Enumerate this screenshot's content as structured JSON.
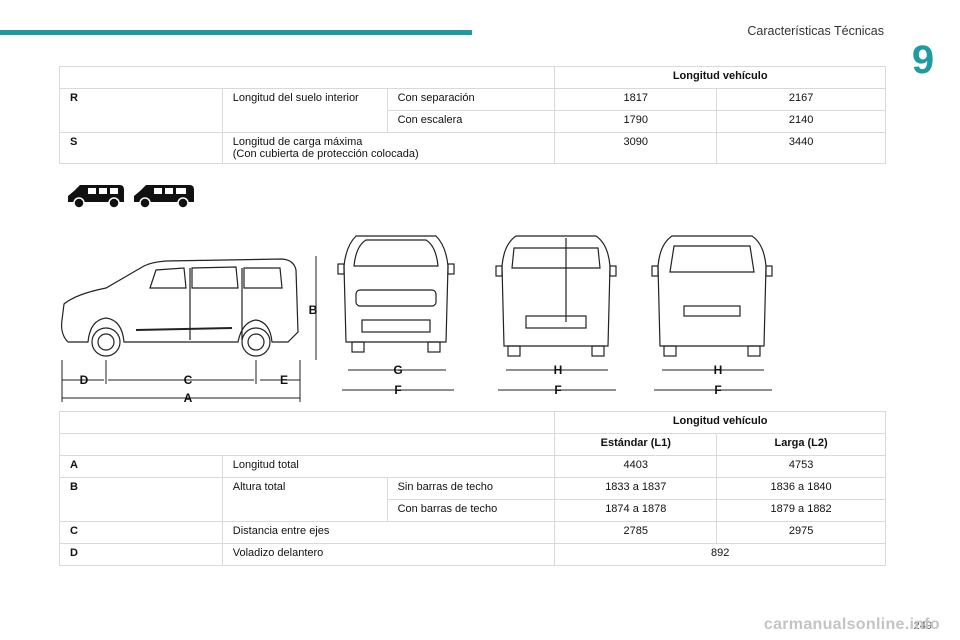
{
  "header": {
    "section_title": "Características Técnicas",
    "chapter_number": "9"
  },
  "table1": {
    "header": "Longitud vehículo",
    "rows": [
      {
        "key": "R",
        "desc": "Longitud del suelo interior",
        "sub": "Con separación",
        "v1": "1817",
        "v2": "2167"
      },
      {
        "sub": "Con escalera",
        "v1": "1790",
        "v2": "2140"
      },
      {
        "key": "S",
        "desc1": "Longitud de carga máxima",
        "desc2": "(Con cubierta de protección colocada)",
        "v1": "3090",
        "v2": "3440"
      }
    ]
  },
  "diagram": {
    "labels": {
      "A": "A",
      "B": "B",
      "C": "C",
      "D": "D",
      "E": "E",
      "F": "F",
      "G": "G",
      "H": "H"
    }
  },
  "table2": {
    "header": "Longitud vehículo",
    "col1": "Estándar (L1)",
    "col2": "Larga (L2)",
    "rows": [
      {
        "key": "A",
        "desc": "Longitud total",
        "v1": "4403",
        "v2": "4753"
      },
      {
        "key": "B",
        "desc": "Altura total",
        "sub": "Sin barras de techo",
        "v1": "1833 a 1837",
        "v2": "1836 a 1840"
      },
      {
        "sub": "Con barras de techo",
        "v1": "1874 a 1878",
        "v2": "1879 a 1882"
      },
      {
        "key": "C",
        "desc": "Distancia entre ejes",
        "v1": "2785",
        "v2": "2975"
      },
      {
        "key": "D",
        "desc": "Voladizo delantero",
        "span": "892"
      }
    ]
  },
  "footer": {
    "page_number": "249",
    "watermark": "carmanualsonline.info"
  }
}
